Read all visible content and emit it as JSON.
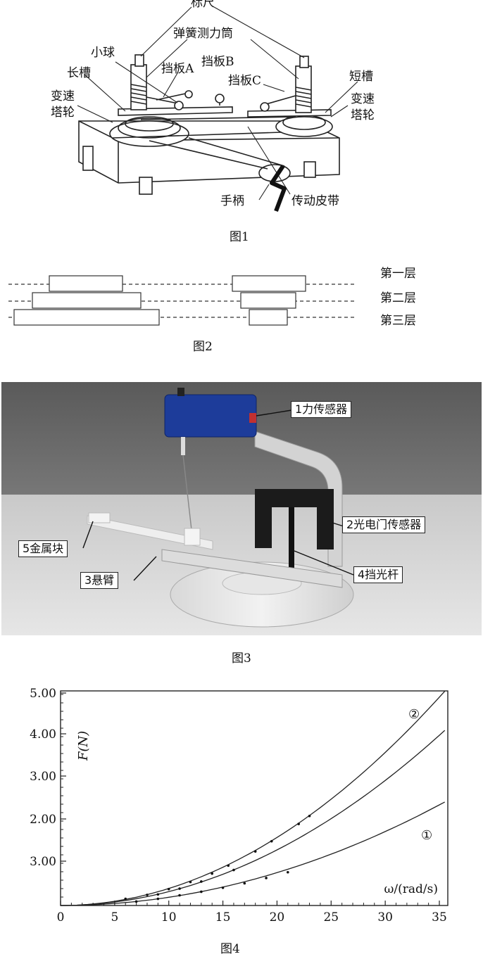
{
  "fig1": {
    "caption": "图1",
    "labels": {
      "ruler": "标尺",
      "spring": "弹簧测力筒",
      "ball": "小球",
      "board_a": "挡板A",
      "board_b": "挡板B",
      "board_c": "挡板C",
      "long_slot": "长槽",
      "short_slot": "短槽",
      "pulley_left_1": "变速",
      "pulley_left_2": "塔轮",
      "pulley_right_1": "变速",
      "pulley_right_2": "塔轮",
      "handle": "手柄",
      "belt": "传动皮带"
    }
  },
  "fig2": {
    "caption": "图2",
    "layers": [
      "第一层",
      "第二层",
      "第三层"
    ]
  },
  "fig3": {
    "caption": "图3",
    "labels": {
      "force_sensor": "1力传感器",
      "photogate": "2光电门传感器",
      "arm": "3悬臂",
      "shade_rod": "4挡光杆",
      "metal_block": "5金属块"
    }
  },
  "fig4": {
    "caption": "图4"
  },
  "chart_data": {
    "type": "line",
    "xlabel": "ω/(rad/s)",
    "ylabel": "F(N)",
    "xlim": [
      0,
      35
    ],
    "x_ticks": [
      0,
      5,
      10,
      15,
      20,
      25,
      30,
      35
    ],
    "y_tick_labels": [
      "3.00",
      "2.00",
      "3.00",
      "4.00",
      "5.00"
    ],
    "grid": false,
    "series": [
      {
        "name": "②",
        "x": [
          0,
          5,
          10,
          15,
          20,
          25,
          30,
          35
        ],
        "y": [
          0,
          0.1,
          0.38,
          0.86,
          1.54,
          2.4,
          3.46,
          4.7
        ]
      },
      {
        "name": "",
        "x": [
          0,
          5,
          10,
          15,
          20,
          25,
          30,
          35
        ],
        "y": [
          0,
          0.08,
          0.31,
          0.71,
          1.26,
          1.96,
          2.82,
          3.84
        ]
      },
      {
        "name": "①",
        "x": [
          0,
          5,
          10,
          15,
          20,
          25,
          30,
          35
        ],
        "y": [
          0,
          0.05,
          0.18,
          0.42,
          0.74,
          1.16,
          1.67,
          2.27
        ]
      }
    ],
    "points": [
      {
        "x": 6,
        "y": 0.15
      },
      {
        "x": 8,
        "y": 0.24
      },
      {
        "x": 10,
        "y": 0.37
      },
      {
        "x": 12,
        "y": 0.53
      },
      {
        "x": 14,
        "y": 0.72
      },
      {
        "x": 15.5,
        "y": 0.9
      },
      {
        "x": 18,
        "y": 1.22
      },
      {
        "x": 19.5,
        "y": 1.45
      },
      {
        "x": 22,
        "y": 1.84
      },
      {
        "x": 23,
        "y": 2.02
      },
      {
        "x": 9,
        "y": 0.25
      },
      {
        "x": 11,
        "y": 0.38
      },
      {
        "x": 13,
        "y": 0.54
      },
      {
        "x": 16,
        "y": 0.8
      },
      {
        "x": 7,
        "y": 0.09
      },
      {
        "x": 9,
        "y": 0.15
      },
      {
        "x": 11,
        "y": 0.23
      },
      {
        "x": 13,
        "y": 0.31
      },
      {
        "x": 15,
        "y": 0.4
      },
      {
        "x": 17,
        "y": 0.5
      },
      {
        "x": 19,
        "y": 0.62
      },
      {
        "x": 21,
        "y": 0.75
      }
    ]
  }
}
